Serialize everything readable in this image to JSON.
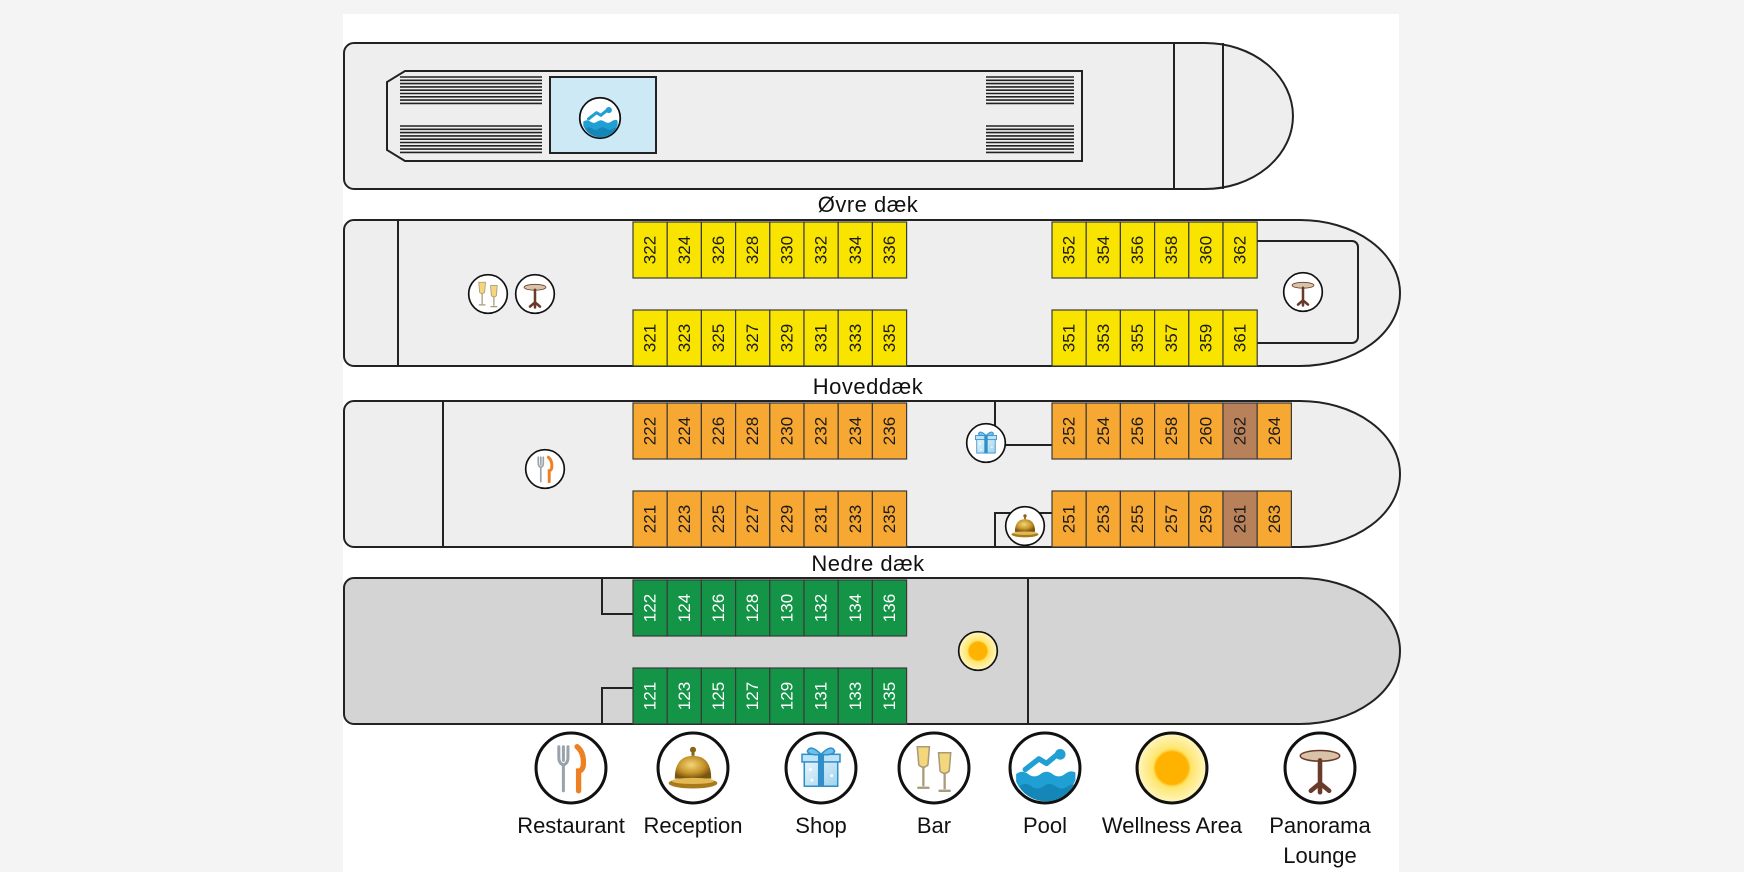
{
  "decks": {
    "sun": {
      "label": ""
    },
    "upper": {
      "label": "Øvre dæk",
      "color": "#f9e400",
      "text_color": "#1a1a1a",
      "fwd_top": [
        "322",
        "324",
        "326",
        "328",
        "330",
        "332",
        "334",
        "336"
      ],
      "fwd_bottom": [
        "321",
        "323",
        "325",
        "327",
        "329",
        "331",
        "333",
        "335"
      ],
      "aft_top": [
        "352",
        "354",
        "356",
        "358",
        "360",
        "362"
      ],
      "aft_bottom": [
        "351",
        "353",
        "355",
        "357",
        "359",
        "361"
      ]
    },
    "main": {
      "label": "Hoveddæk",
      "color": "#f7a832",
      "highlight_color": "#b8815a",
      "text_color": "#1a1a1a",
      "fwd_top": [
        "222",
        "224",
        "226",
        "228",
        "230",
        "232",
        "234",
        "236"
      ],
      "fwd_bottom": [
        "221",
        "223",
        "225",
        "227",
        "229",
        "231",
        "233",
        "235"
      ],
      "aft_top": [
        "252",
        "254",
        "256",
        "258",
        "260",
        "262",
        "264"
      ],
      "aft_bottom": [
        "251",
        "253",
        "255",
        "257",
        "259",
        "261",
        "263"
      ],
      "highlighted": [
        "262",
        "261"
      ]
    },
    "lower": {
      "label": "Nedre dæk",
      "color": "#149447",
      "text_color": "#ffffff",
      "fwd_top": [
        "122",
        "124",
        "126",
        "128",
        "130",
        "132",
        "134",
        "136"
      ],
      "fwd_bottom": [
        "121",
        "123",
        "125",
        "127",
        "129",
        "131",
        "133",
        "135"
      ]
    }
  },
  "legend": [
    {
      "icon": "restaurant-icon",
      "label": "Restaurant"
    },
    {
      "icon": "reception-bell-icon",
      "label": "Reception"
    },
    {
      "icon": "shop-gift-icon",
      "label": "Shop"
    },
    {
      "icon": "bar-glasses-icon",
      "label": "Bar"
    },
    {
      "icon": "pool-swimmer-icon",
      "label": "Pool"
    },
    {
      "icon": "wellness-sun-icon",
      "label": "Wellness Area"
    },
    {
      "icon": "panorama-lounge-icon",
      "label": "Panorama Lounge"
    }
  ],
  "colors": {
    "deck_fill": "#eeeeee",
    "lower_deck_fill": "#d4d4d4",
    "outline": "#222222",
    "pool_fill": "#cde9f5"
  }
}
